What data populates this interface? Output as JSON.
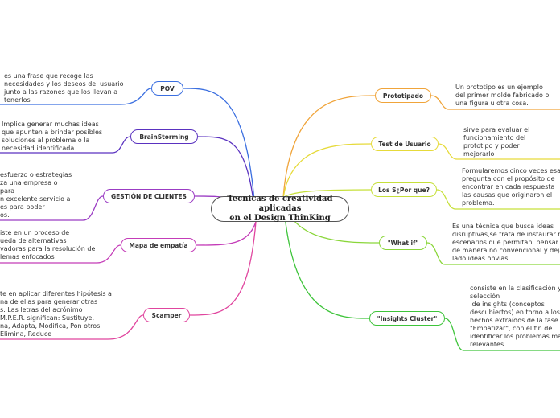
{
  "central": "Tecnicas de creatividad aplicadas\nen el Design ThinKing",
  "left_topics": [
    {
      "label": "POV",
      "color": "#3b6fe0",
      "note": "es una frase que recoge las\nnecesidades y los deseos del usuario\njunto a las razones que los llevan a\ntenerlos"
    },
    {
      "label": "BrainStorming",
      "color": "#5a32c0",
      "note": "Implica generar muchas ideas\nque apunten a brindar posibles\nsoluciones al problema o la\nnecesidad identificada"
    },
    {
      "label": "GESTIÓN DE CLIENTES",
      "color": "#9b3cc4",
      "note": "esfuerzo o estrategias\nza una empresa o\npara\nn excelente servicio a\nes para poder\nos."
    },
    {
      "label": "Mapa de empatía",
      "color": "#c43cb8",
      "note": "iste en un proceso de\nueda de alternativas\nvadoras para la resolución de\nlemas enfocados"
    },
    {
      "label": "Scamper",
      "color": "#e0459e",
      "note": "te en aplicar diferentes hipótesis a\nna de ellas para generar otras\ns. Las letras del acrónimo\nM.P.E.R. significan: Sustituye,\nna, Adapta, Modifica, Pon otros\nElimina, Reduce"
    }
  ],
  "right_topics": [
    {
      "label": "Prototipado",
      "color": "#f0a43a",
      "note": "Un prototipo es un ejemplo\ndel primer molde fabricado o\nuna figura u otra cosa."
    },
    {
      "label": "Test de Usuario",
      "color": "#e6da3a",
      "note": "sirve para evaluar el\nfuncionamiento del\nprototipo y poder\nmejorarlo"
    },
    {
      "label": "Los S¿Por que?",
      "color": "#c6e03a",
      "note": "Formularemos cinco veces esa\npregunta con el propósito de\nencontrar en cada respuesta\nlas causas que originaron el\nproblema."
    },
    {
      "label": "\"What if\"",
      "color": "#8ad63a",
      "note": "Es una técnica que busca ideas\ndisruptivas,se trata de instaurar n\nescenarios que permitan, pensar\nde manera no convencional y deja\nlado ideas obvias."
    },
    {
      "label": "\"Insights Cluster\"",
      "color": "#3ec43a",
      "note": "consiste en la clasificación y\nselección\n de insights (conceptos\ndescubiertos) en torno a los\nhechos extraídos de la fase\n\"Empatizar\", con el fin de\nidentificar los problemas ma\nrelevantes"
    }
  ]
}
